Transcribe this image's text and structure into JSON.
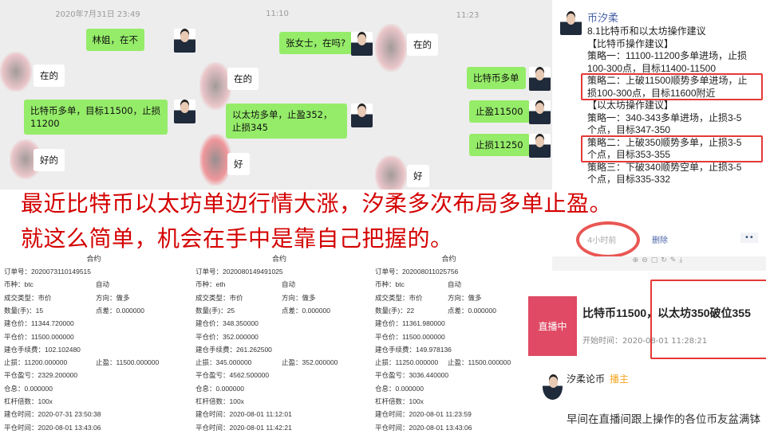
{
  "chats": [
    {
      "time": "2020年7月31日 23:49",
      "messages": [
        {
          "from": "me",
          "text": "林姐，在不"
        },
        {
          "from": "them",
          "text": "在的"
        },
        {
          "from": "me",
          "text": "比特币多单，目标11500，止损11200"
        },
        {
          "from": "them",
          "text": "好的"
        }
      ]
    },
    {
      "time": "11:10",
      "messages": [
        {
          "from": "me",
          "text": "张女士，在吗?"
        },
        {
          "from": "them",
          "text": "在的"
        },
        {
          "from": "me",
          "text": "以太坊多单，止盈352，止损345"
        },
        {
          "from": "them",
          "text": "好"
        }
      ]
    },
    {
      "time": "11:23",
      "messages": [
        {
          "from": "them",
          "text": "在的"
        },
        {
          "from": "me",
          "text": "比特币多单"
        },
        {
          "from": "me",
          "text": "止盈11500"
        },
        {
          "from": "me",
          "text": "止损11250"
        },
        {
          "from": "them",
          "text": "好"
        }
      ]
    }
  ],
  "orders": [
    {
      "header": "合约",
      "order_no": "订单号：2020073110149515",
      "coin": "币种：btc",
      "mode": "自动",
      "type": "成交类型：市价",
      "direction": "方向：做多",
      "qty": "数量(手)：15",
      "spread": "点差：0.000000",
      "open_price": "建仓价：11344.720000",
      "close_price": "平仓价：11500.000000",
      "fee": "建仓手续费：102.102480",
      "stop_loss": "止损：11200.000000",
      "take_profit": "止盈：11500.000000",
      "pnl": "平仓盈亏：2329.200000",
      "interest": "仓息：0.000000",
      "leverage": "杠杆倍数：100x",
      "open_time": "建仓时间：2020-07-31 23:50:38",
      "close_time": "平仓时间：2020-08-01 13:43:06"
    },
    {
      "header": "合约",
      "order_no": "订单号：2020080149491025",
      "coin": "币种：eth",
      "mode": "自动",
      "type": "成交类型：市价",
      "direction": "方向：做多",
      "qty": "数量(手)：25",
      "spread": "点差：0.000000",
      "open_price": "建仓价：348.350000",
      "close_price": "平仓价：352.000000",
      "fee": "建仓手续费：261.262500",
      "stop_loss": "止损：345.000000",
      "take_profit": "止盈：352.000000",
      "pnl": "平仓盈亏：4562.500000",
      "interest": "仓息：0.000000",
      "leverage": "杠杆倍数：100x",
      "open_time": "建仓时间：2020-08-01 11:12:01",
      "close_time": "平仓时间：2020-08-01 11:42:21"
    },
    {
      "header": "合约",
      "order_no": "订单号：202008011025756",
      "coin": "币种：btc",
      "mode": "自动",
      "type": "成交类型：市价",
      "direction": "方向：做多",
      "qty": "数量(手)：22",
      "spread": "点差：0.000000",
      "open_price": "建仓价：11361.980000",
      "close_price": "平仓价：11500.000000",
      "fee": "建仓手续费：149.978136",
      "stop_loss": "止损：11250.000000",
      "take_profit": "止盈：11500.000000",
      "pnl": "平仓盈亏：3036.440000",
      "interest": "仓息：0.000000",
      "leverage": "杠杆倍数：100x",
      "open_time": "建仓时间：2020-08-01 11:23:59",
      "close_time": "平仓时间：2020-08-01 13:43:06"
    }
  ],
  "post": {
    "author": "币汐柔",
    "lines": [
      "8.1比特币和以太坊操作建议",
      "【比特币操作建议】",
      "策略一：11100-11200多单进场，止损",
      "100-300点，目标11400-11500",
      "策略二：上破11500顺势多单进场，止",
      "损100-300点，目标11600附近",
      "【以太坊操作建议】",
      "策略一：340-343多单进场，止损3-5",
      "个点，目标347-350",
      "策略二：上破350顺势多单，止损3-5",
      "个点，目标353-355",
      "策略三：下破340顺势空单，止损3-5",
      "个点，目标335-332"
    ],
    "time_ago": "4小时前",
    "delete_label": "删除",
    "more_label": "••"
  },
  "live": {
    "badge": "直播中",
    "title": "比特币11500，以太坊350破位355",
    "start_time": "开始时间：2020-08-01 11:28:21",
    "host_name": "汐柔论币",
    "host_tag": "播主",
    "message": "早间在直播间跟上操作的各位币友盆满钵"
  },
  "overlay": {
    "line1": "最近比特币以太坊单边行情大涨，汐柔多次布局多单止盈。",
    "line2": "就这么简单，机会在手中是靠自己把握的。"
  },
  "colors": {
    "accent_red": "#d40000",
    "bubble_green": "#95ec69",
    "live_badge": "#e04a64",
    "host_tag": "#f5a623"
  }
}
